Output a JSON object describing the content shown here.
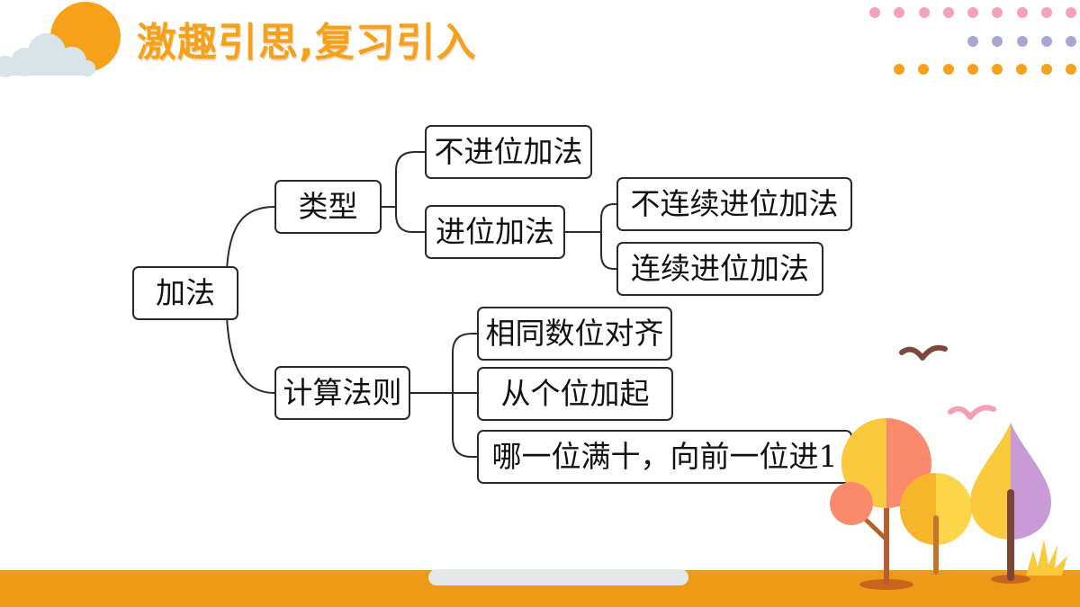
{
  "slide": {
    "title": "激趣引思,复习引入"
  },
  "theme": {
    "title_color": "#F5A11C",
    "sun_color": "#F7A11A",
    "cloud_color": "#D9E4E9",
    "bar_color": "#EE9A17",
    "pill_color": "#E4E8EB",
    "dot_pink": "#F4A2B8",
    "dot_purple": "#A9A6CF",
    "dot_orange": "#F5A11C",
    "node_border": "#2A2A2A"
  },
  "mindmap": {
    "root": {
      "label": "加法"
    },
    "branches": [
      {
        "label": "类型",
        "children": [
          {
            "label": "不进位加法"
          },
          {
            "label": "进位加法",
            "children": [
              {
                "label": "不连续进位加法"
              },
              {
                "label": "连续进位加法"
              }
            ]
          }
        ]
      },
      {
        "label": "计算法则",
        "children": [
          {
            "label": "相同数位对齐"
          },
          {
            "label": "从个位加起"
          },
          {
            "label": "哪一位满十，向前一位进1"
          }
        ]
      }
    ]
  }
}
